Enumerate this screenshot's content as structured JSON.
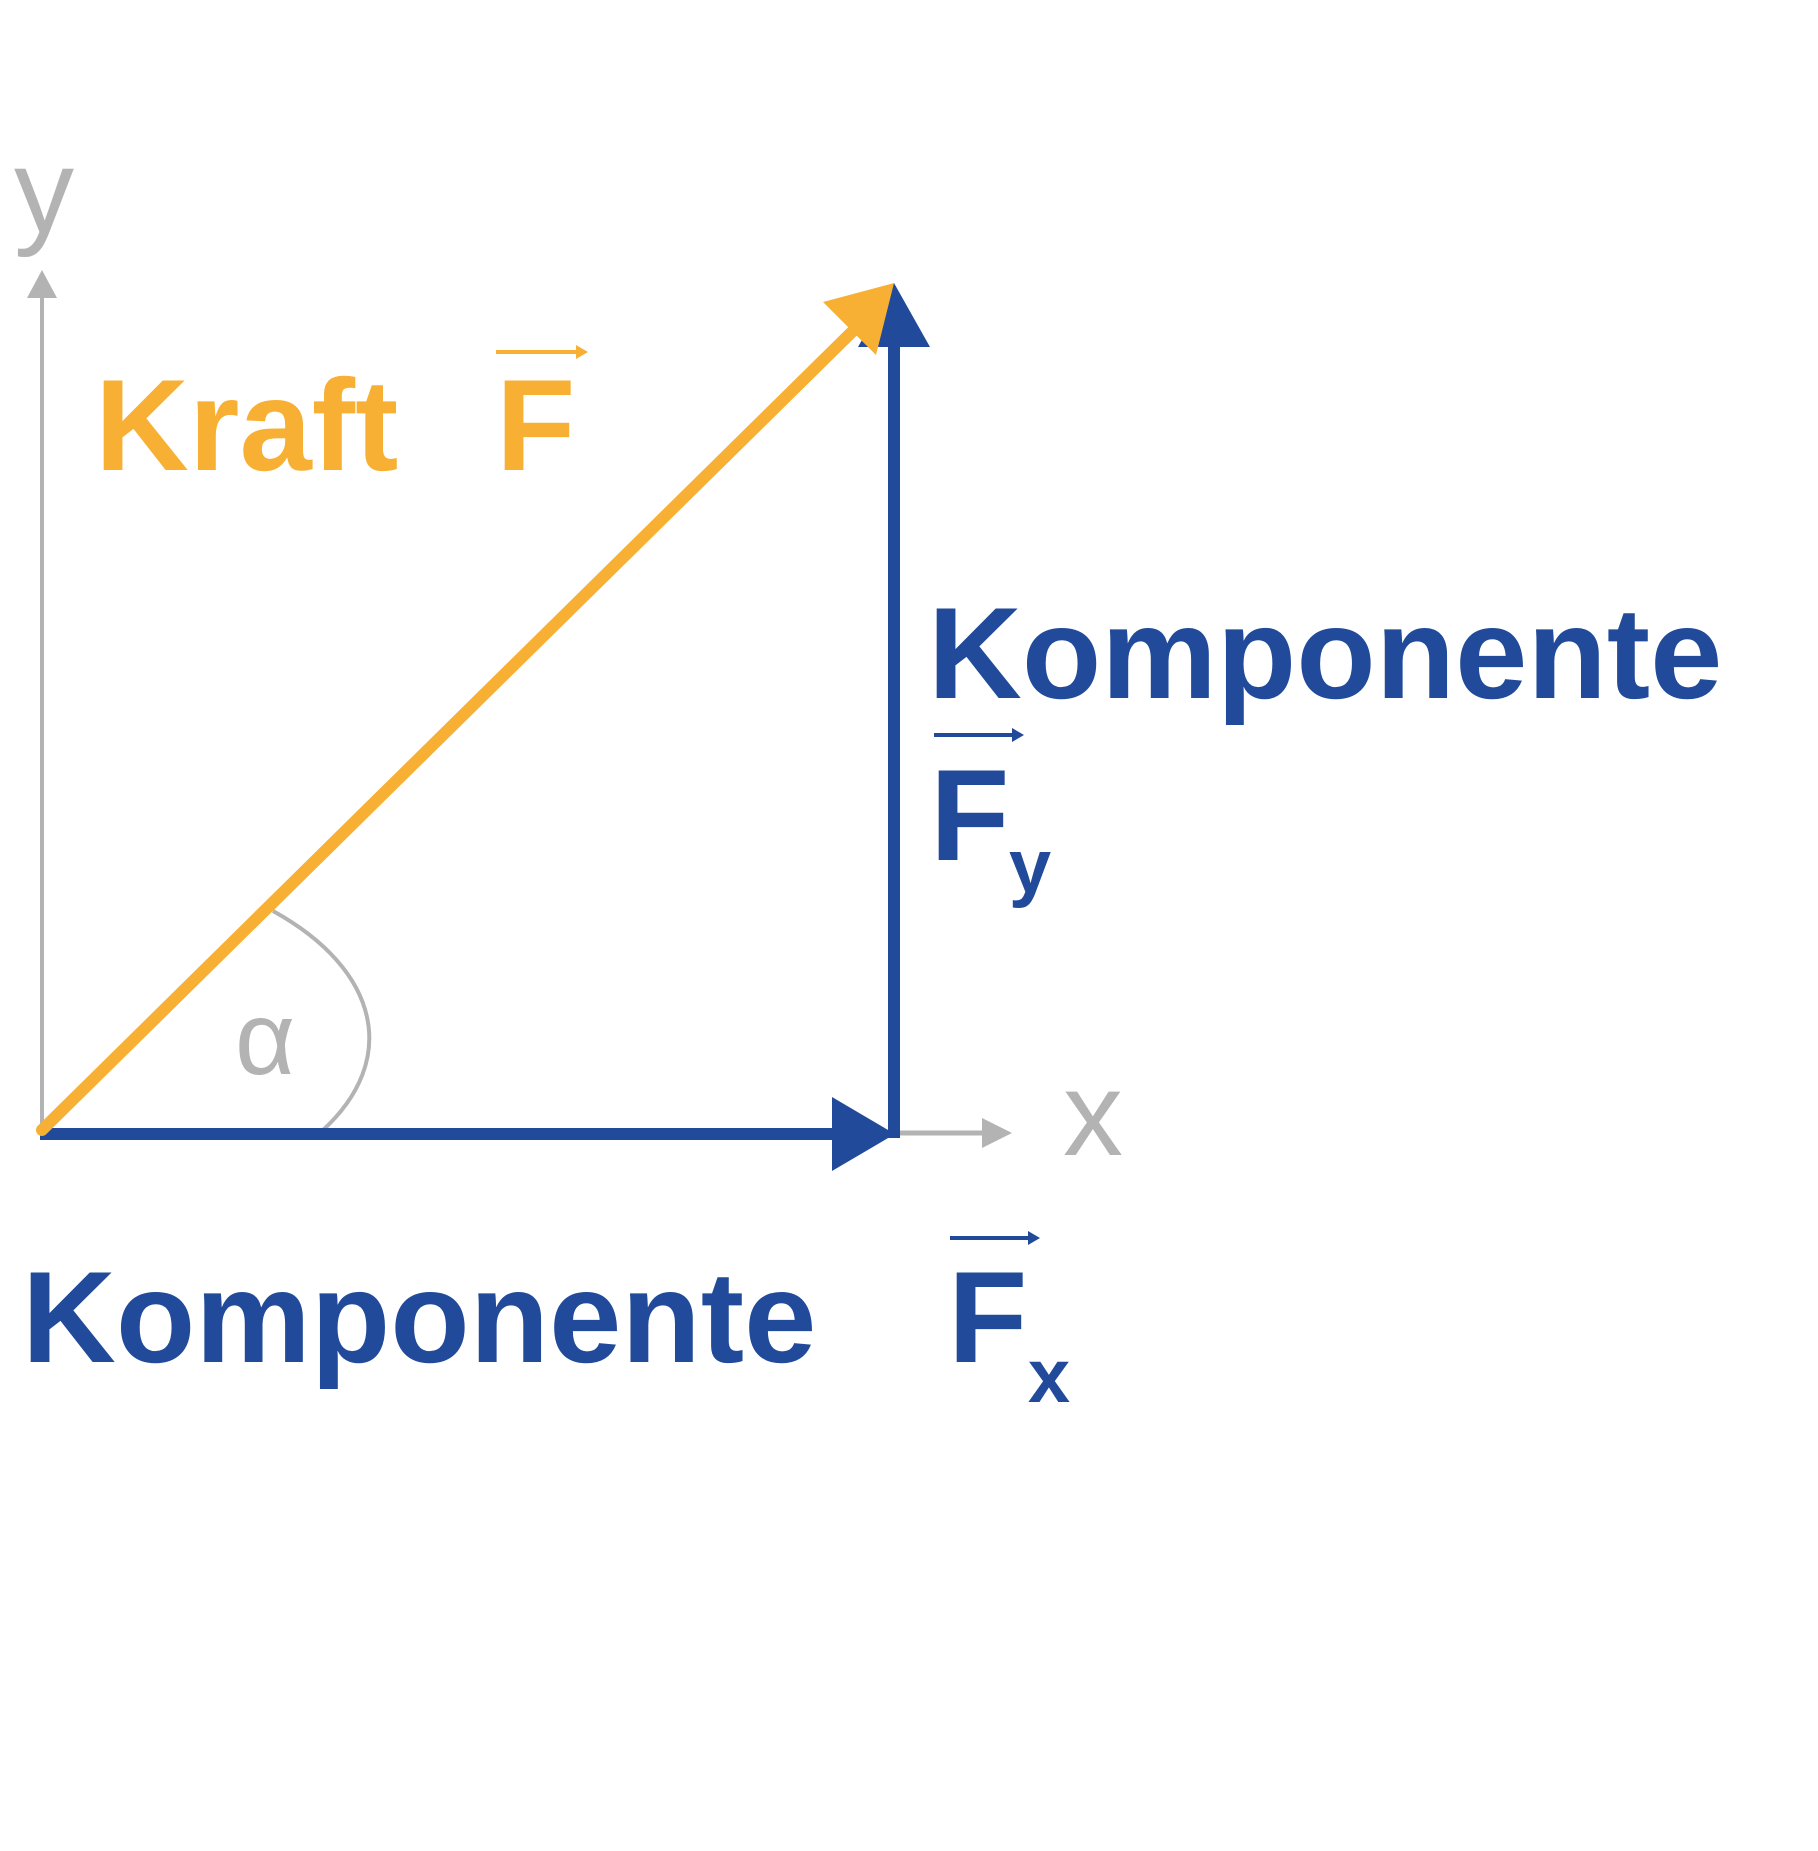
{
  "axes": {
    "x_label": "x",
    "y_label": "y",
    "color": "#b3b3b3"
  },
  "angle": {
    "label": "α"
  },
  "force": {
    "label": "Kraft",
    "symbol": "F",
    "color": "#f7b034"
  },
  "components": {
    "color": "#214b9a",
    "y": {
      "label": "Komponente",
      "symbol": "F",
      "subscript": "y"
    },
    "x": {
      "label": "Komponente",
      "symbol": "F",
      "subscript": "x"
    }
  }
}
